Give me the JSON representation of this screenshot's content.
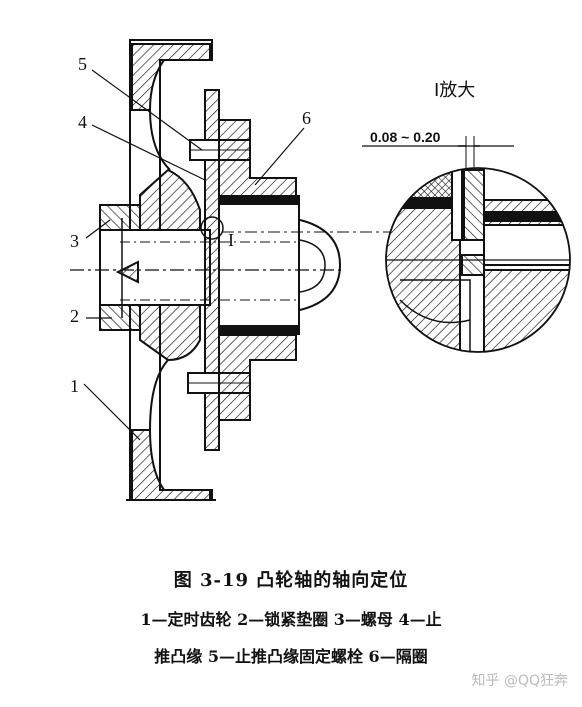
{
  "callouts": {
    "c5": "5",
    "c4": "4",
    "c3": "3",
    "c2": "2",
    "c1": "1",
    "c6": "6",
    "cI": "I"
  },
  "zoom": {
    "title": "I放大",
    "clearance": "0.08 ~ 0.20"
  },
  "caption": {
    "title": "图 3-19   凸轮轴的轴向定位",
    "line1": "1—定时齿轮   2—锁紧垫圈   3—螺母   4—止",
    "line2": "推凸缘   5—止推凸缘固定螺栓   6—隔圈"
  },
  "watermark": "知乎 @QQ狂奔"
}
